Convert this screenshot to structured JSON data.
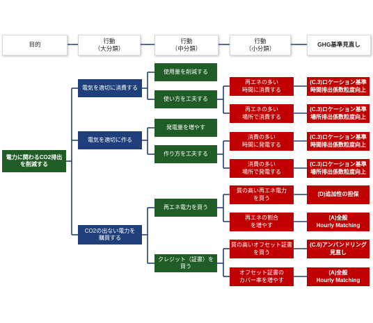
{
  "headers": {
    "goal": [
      "目的"
    ],
    "major": [
      "行動",
      "（大分類）"
    ],
    "middle": [
      "行動",
      "（中分類）"
    ],
    "minor": [
      "行動",
      "（小分類）"
    ],
    "ghg": [
      "GHG基準見直し"
    ]
  },
  "root": [
    "電力に関わるCO2排出",
    "を削減する"
  ],
  "major": {
    "m1": [
      "電気を適切に消費する"
    ],
    "m2": [
      "電気を適切に作る"
    ],
    "m3": [
      "CO2の出ない電力を",
      "購買する"
    ]
  },
  "middle": {
    "c1": [
      "使用量を削減する"
    ],
    "c2": [
      "使い方を工夫する"
    ],
    "c3": [
      "発電量を増やす"
    ],
    "c4": [
      "作り方を工夫する"
    ],
    "c5": [
      "再エネ電力を買う"
    ],
    "c6": [
      "クレジット（証書）を買う"
    ]
  },
  "minor": {
    "s1": [
      "再エネの多い",
      "時間に消費する"
    ],
    "s2": [
      "再エネの多い",
      "場所で消費する"
    ],
    "s3": [
      "消費の多い",
      "時間に発電する"
    ],
    "s4": [
      "消費の多い",
      "場所で発電する"
    ],
    "s5": [
      "質の高い再エネ電力",
      "を買う"
    ],
    "s6": [
      "再エネの割合",
      "を増やす"
    ],
    "s7": [
      "質の高いオフセット証書",
      "を買う"
    ],
    "s8": [
      "オフセット証書の",
      "カバー率を増やす"
    ]
  },
  "ghg": {
    "g1": [
      "(C.3)ロケーション基準",
      "時間排出係数粒度向上"
    ],
    "g2": [
      "(C.3)ロケーション基準",
      "場所排出係数粒度向上"
    ],
    "g3": [
      "(C.3)ロケーション基準",
      "時間排出係数粒度向上"
    ],
    "g4": [
      "(C.3)ロケーション基準",
      "場所排出係数粒度向上"
    ],
    "g5": [
      "(D)追加性の担保"
    ],
    "g6": [
      "(A)全般",
      "Hourly Matching"
    ],
    "g7": [
      "(C.6)アンバンドリング",
      "見直し"
    ],
    "g8": [
      "(A)全般",
      "Hourly Matching"
    ]
  },
  "colors": {
    "green": "#1f5c26",
    "navy": "#1f3f7a",
    "red": "#c00000",
    "connector": "#1f3f7a"
  }
}
